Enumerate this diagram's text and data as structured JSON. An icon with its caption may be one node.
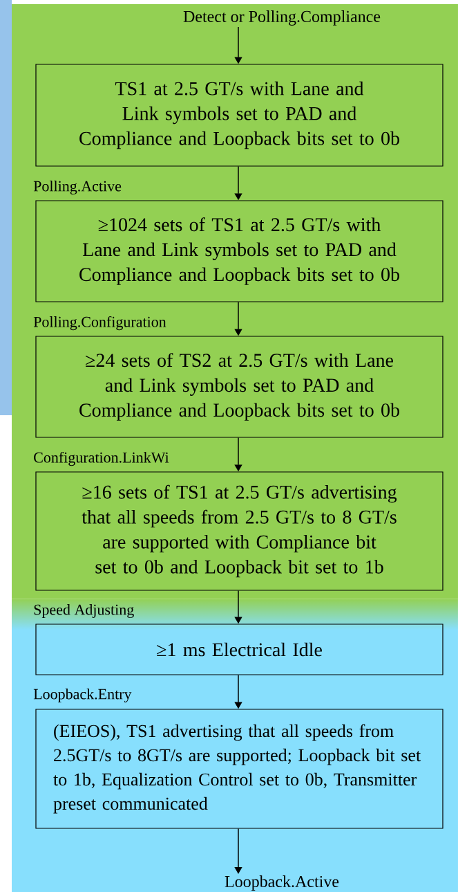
{
  "diagram": {
    "nodes": [
      {
        "text": [
          "Detect or Polling.Compliance"
        ]
      },
      {
        "text": [
          "TS1 at 2.5 GT/s with Lane and Link symbols set to PAD and Compliance and Loopback bits set to 0b"
        ]
      },
      {
        "text": [
          "≥1024 sets of TS1 at 2.5 GT/s with Lane and Link symbols set to PAD and Compliance and Loopback bits set to 0b"
        ]
      },
      {
        "text": [
          "≥24 sets of TS2 at 2.5 GT/s with Lane and Link symbols set to PAD and Compliance and Loopback bits set to 0b"
        ]
      },
      {
        "text": [
          "≥16 sets of TS1 at 2.5 GT/s advertising that all speeds from 2.5 GT/s to 8 GT/s are supported with Compliance bit set to 0b and Loopback bit set to 1b"
        ]
      },
      {
        "text": [
          "≥1 ms Electrical Idle"
        ]
      },
      {
        "text": [
          "(EIEOS), TS1 advertising that all speeds from 2.5GT/s to 8GT/s are supported; Loopback bit set to 1b, Equalization Control set to 0b, Transmitter preset communicated"
        ]
      },
      {
        "text": [
          "Loopback.Active"
        ]
      }
    ],
    "edges": [
      {
        "from": 0,
        "to": 1,
        "arrow": "to"
      },
      {
        "from": 1,
        "to": 2,
        "arrow": "to"
      },
      {
        "from": 2,
        "to": 3,
        "arrow": "to"
      },
      {
        "from": 3,
        "to": 4,
        "arrow": "to"
      },
      {
        "from": 4,
        "to": 5,
        "arrow": "to"
      },
      {
        "from": 5,
        "to": 6,
        "arrow": "to"
      },
      {
        "from": 6,
        "to": 7,
        "arrow": "to"
      }
    ],
    "labels": [
      "Polling.Active",
      "Polling.Configuration",
      "Configuration.LinkWi",
      "Speed Adjusting",
      "Loopback.Entry"
    ]
  }
}
